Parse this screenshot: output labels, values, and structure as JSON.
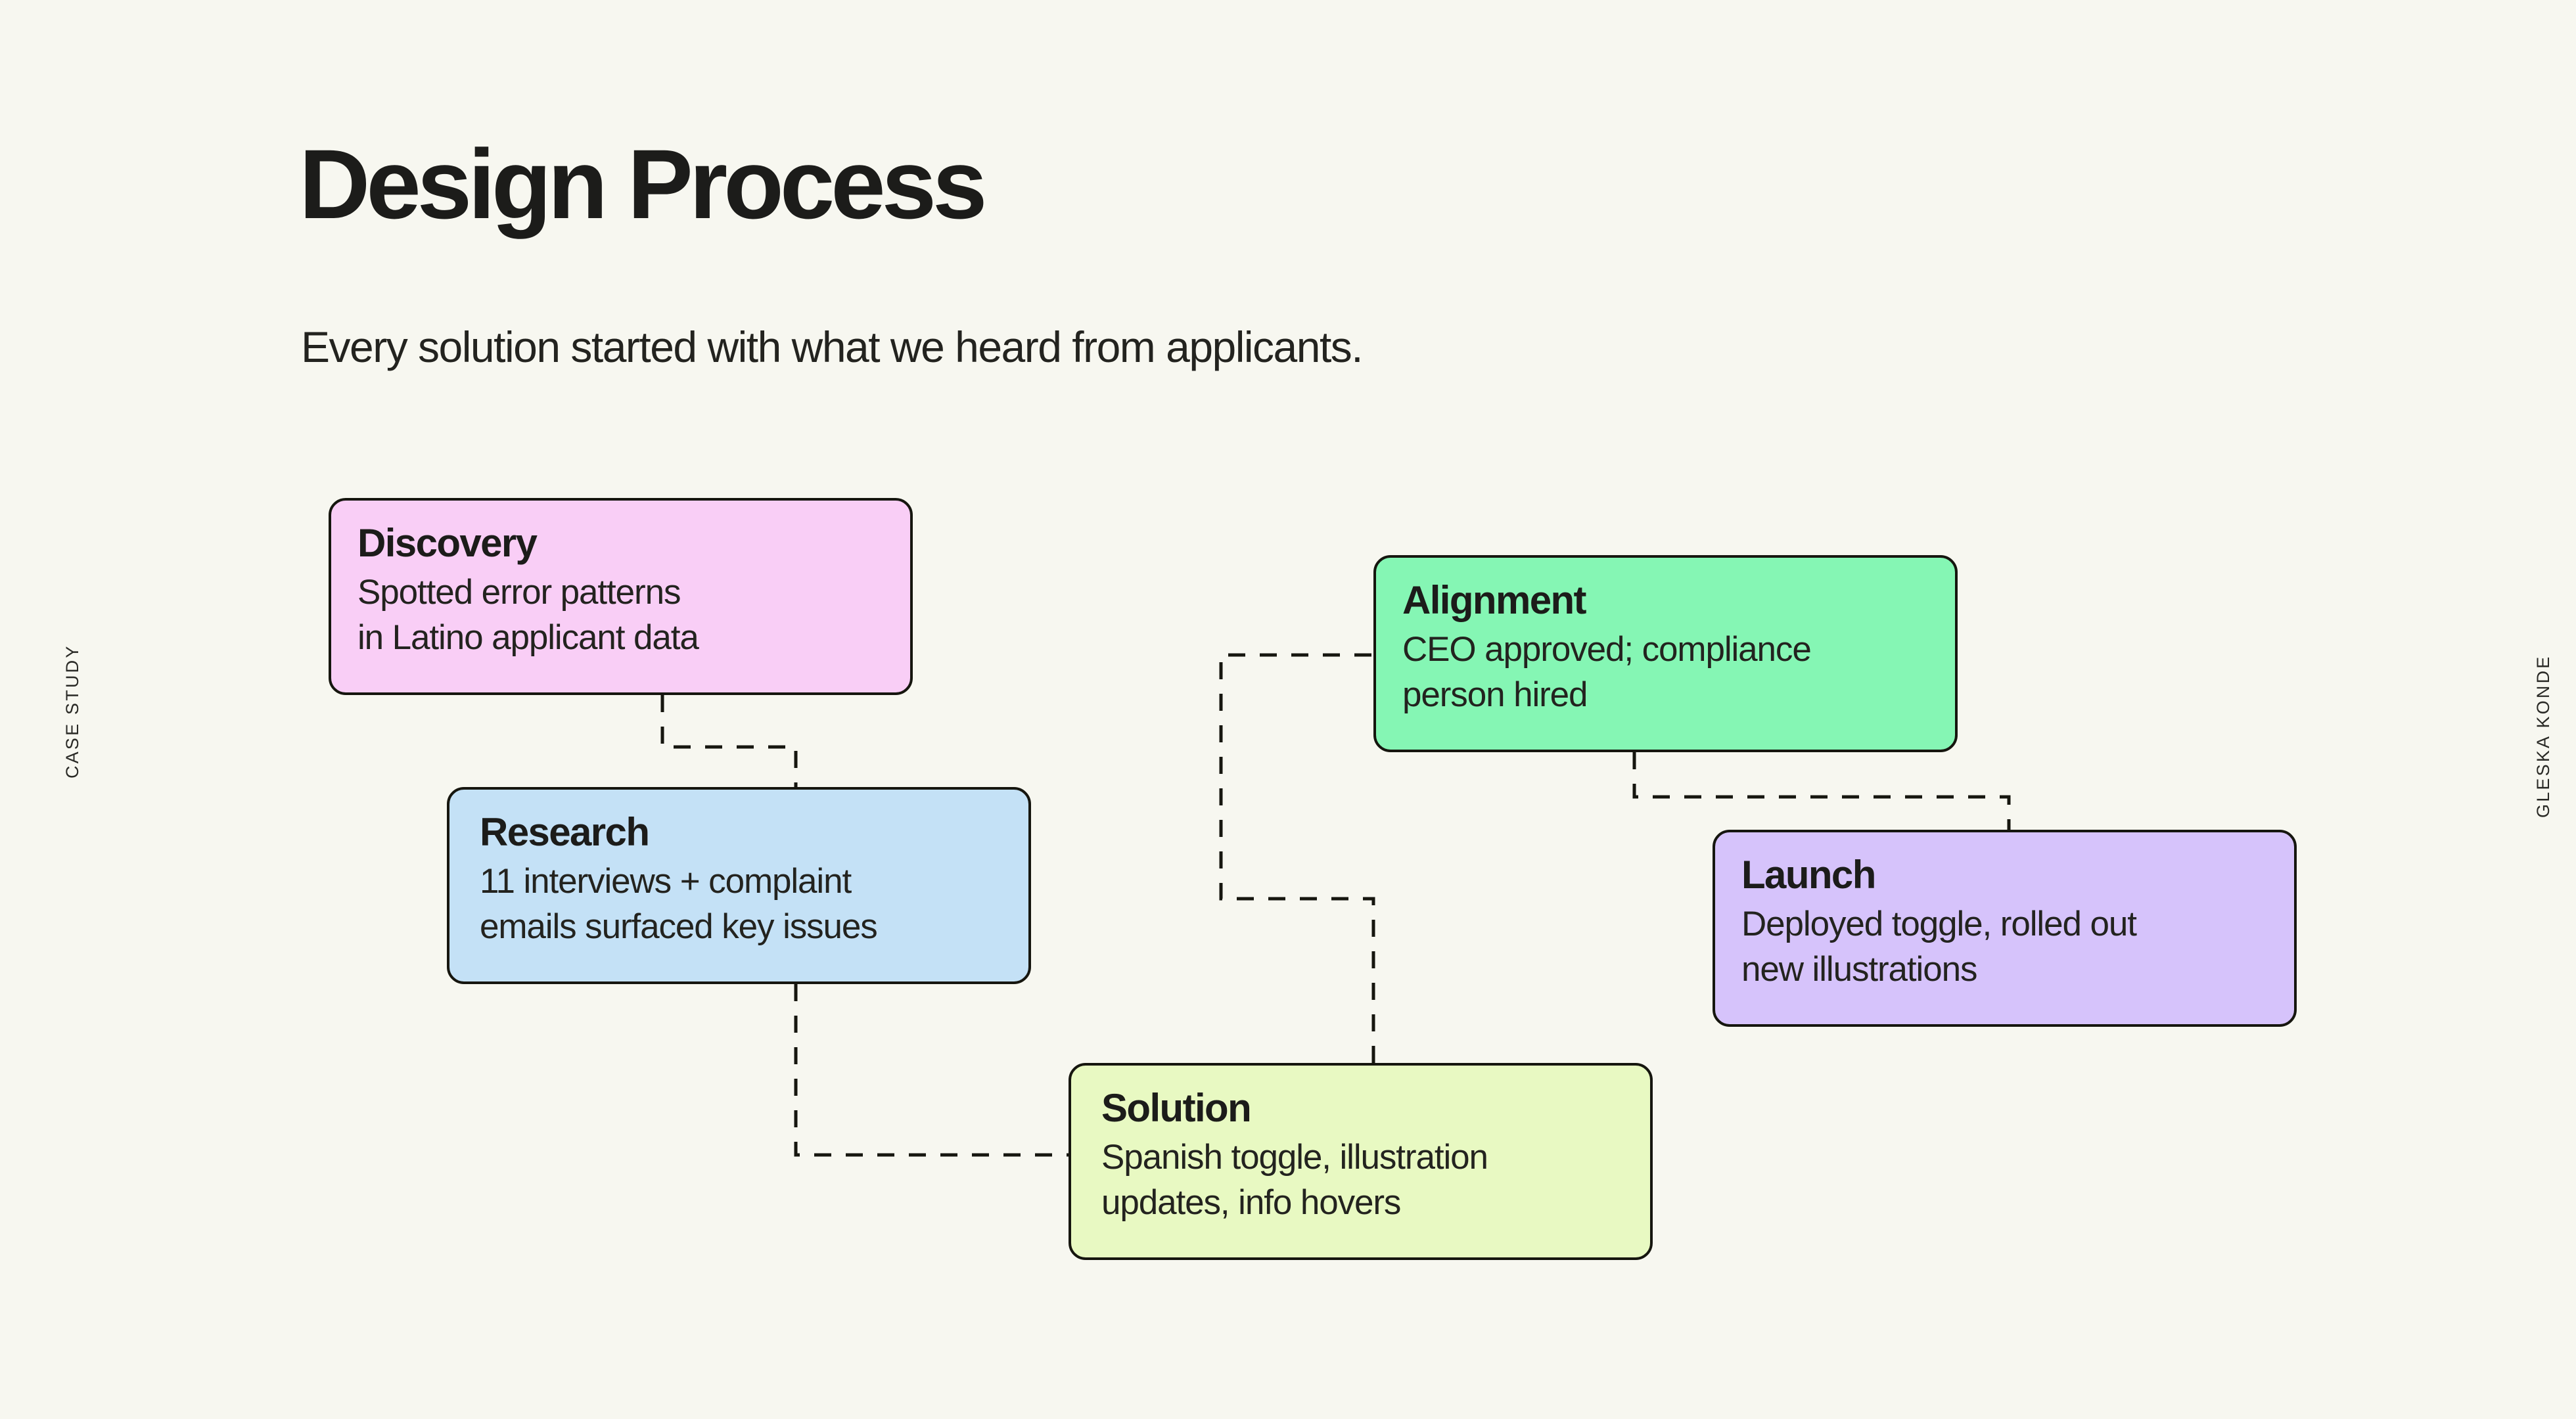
{
  "page": {
    "background_color": "#F7F7F0",
    "title": "Design Process",
    "subtitle": "Every solution started with what we heard from applicants."
  },
  "side_labels": {
    "left": "CASE STUDY",
    "right": "GLESKA KONDE"
  },
  "cards": [
    {
      "id": "discovery",
      "title": "Discovery",
      "body": "Spotted error patterns\nin Latino applicant data",
      "fill_color": "#F9CEF6",
      "border_color": "#16160F"
    },
    {
      "id": "research",
      "title": "Research",
      "body": "11 interviews + complaint\nemails surfaced key issues",
      "fill_color": "#C4E1F6",
      "border_color": "#16160F"
    },
    {
      "id": "solution",
      "title": "Solution",
      "body": "Spanish toggle, illustration\nupdates, info hovers",
      "fill_color": "#E8F9C2",
      "border_color": "#16160F"
    },
    {
      "id": "alignment",
      "title": "Alignment",
      "body": "CEO approved; compliance\nperson hired",
      "fill_color": "#85F6B4",
      "border_color": "#16160F"
    },
    {
      "id": "launch",
      "title": "Launch",
      "body": "Deployed toggle, rolled out\nnew illustrations",
      "fill_color": "#D6C3FB",
      "border_color": "#16160F"
    }
  ],
  "connectors": [
    {
      "id": "discovery-to-research",
      "from": "discovery",
      "to": "research",
      "style": "dashed",
      "color": "#16160F"
    },
    {
      "id": "research-to-solution",
      "from": "research",
      "to": "solution",
      "style": "dashed",
      "color": "#16160F"
    },
    {
      "id": "solution-to-alignment",
      "from": "solution",
      "to": "alignment",
      "style": "dashed",
      "color": "#16160F"
    },
    {
      "id": "alignment-to-launch",
      "from": "alignment",
      "to": "launch",
      "style": "dashed",
      "color": "#16160F"
    }
  ]
}
